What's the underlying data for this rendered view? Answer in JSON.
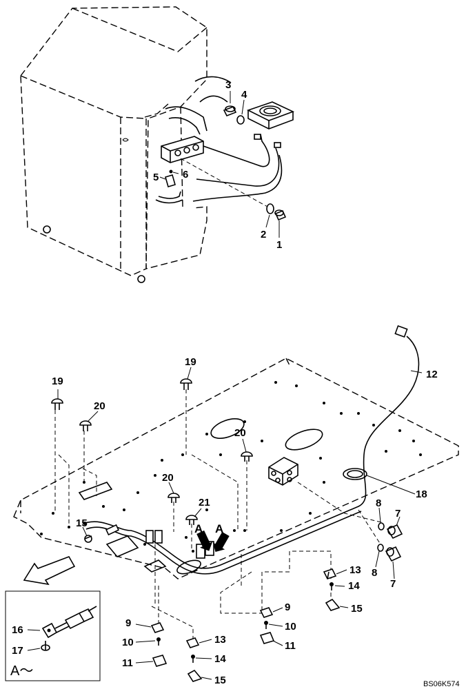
{
  "diagram": {
    "drawing_code": "BS06K574",
    "inset_label": "A～",
    "view_arrow_label": "A",
    "callouts": [
      {
        "id": "c1",
        "text": "1"
      },
      {
        "id": "c2",
        "text": "2"
      },
      {
        "id": "c3",
        "text": "3"
      },
      {
        "id": "c4",
        "text": "4"
      },
      {
        "id": "c5",
        "text": "5"
      },
      {
        "id": "c6",
        "text": "6"
      },
      {
        "id": "c19a",
        "text": "19"
      },
      {
        "id": "c20a",
        "text": "20"
      },
      {
        "id": "c19b",
        "text": "19"
      },
      {
        "id": "c20b",
        "text": "20"
      },
      {
        "id": "c12",
        "text": "12"
      },
      {
        "id": "c20c",
        "text": "20"
      },
      {
        "id": "c21",
        "text": "21"
      },
      {
        "id": "c15a",
        "text": "15"
      },
      {
        "id": "c18",
        "text": "18"
      },
      {
        "id": "c8a",
        "text": "8"
      },
      {
        "id": "c7a",
        "text": "7"
      },
      {
        "id": "c8b",
        "text": "8"
      },
      {
        "id": "c7b",
        "text": "7"
      },
      {
        "id": "c13a",
        "text": "13"
      },
      {
        "id": "c14a",
        "text": "14"
      },
      {
        "id": "c15b",
        "text": "15"
      },
      {
        "id": "c9a",
        "text": "9"
      },
      {
        "id": "c10a",
        "text": "10"
      },
      {
        "id": "c11a",
        "text": "11"
      },
      {
        "id": "c9b",
        "text": "9"
      },
      {
        "id": "c10b",
        "text": "10"
      },
      {
        "id": "c11b",
        "text": "11"
      },
      {
        "id": "c13b",
        "text": "13"
      },
      {
        "id": "c14b",
        "text": "14"
      },
      {
        "id": "c15c",
        "text": "15"
      },
      {
        "id": "c16",
        "text": "16"
      },
      {
        "id": "c17",
        "text": "17"
      }
    ]
  }
}
